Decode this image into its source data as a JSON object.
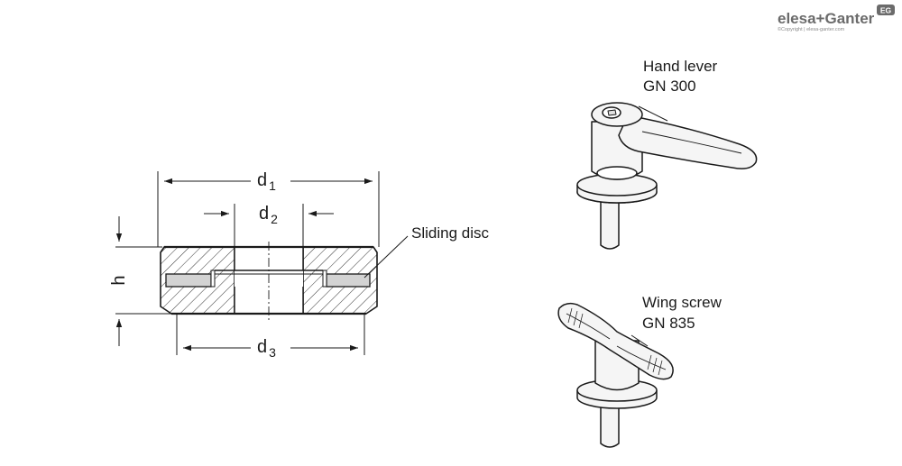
{
  "brand": {
    "name": "elesa+Ganter",
    "copyright": "©Copyright | elesa-ganter.com",
    "mark": "EG",
    "color": "#6b6b6b"
  },
  "section_view": {
    "dims": {
      "d1": {
        "base": "d",
        "sub": "1"
      },
      "d2": {
        "base": "d",
        "sub": "2"
      },
      "d3": {
        "base": "d",
        "sub": "3"
      },
      "h": "h"
    },
    "callout": "Sliding disc"
  },
  "products": {
    "lever": {
      "line1": "Hand lever",
      "line2": "GN 300"
    },
    "wing": {
      "line1": "Wing screw",
      "line2": "GN 835"
    }
  },
  "colors": {
    "line": "#1a1a1a",
    "disc": "#d3d3d3",
    "part_fill": "#f5f5f5",
    "part_shade": "#e0e0e0"
  }
}
